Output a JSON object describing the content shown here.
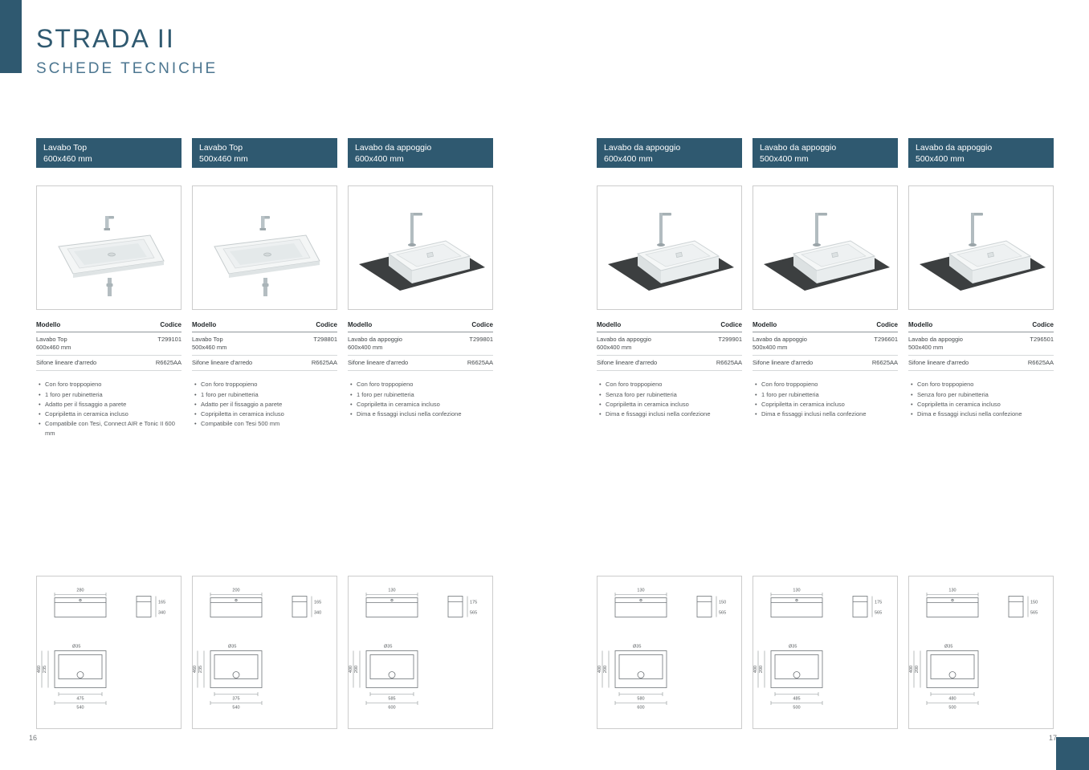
{
  "accent_color": "#2f5970",
  "title": "STRADA II",
  "subtitle": "SCHEDE TECNICHE",
  "page_left_number": "16",
  "page_right_number": "17",
  "labels": {
    "modello": "Modello",
    "codice": "Codice",
    "sifone": "Sifone lineare d'arredo"
  },
  "products": [
    {
      "name": "Lavabo Top",
      "size": "600x460 mm",
      "image_type": "top",
      "code": "T299101",
      "sifone_code": "R6625AA",
      "features": [
        "Con foro troppopieno",
        "1 foro per rubinetteria",
        "Adatto per il fissaggio a parete",
        "Copripiletta in ceramica incluso",
        "Compatibile con Tesi, Connect AIR e Tonic II 600 mm"
      ],
      "drawing_dims": [
        "280",
        "165",
        "340",
        "Ø35",
        "475",
        "540",
        "235",
        "460"
      ]
    },
    {
      "name": "Lavabo Top",
      "size": "500x460 mm",
      "image_type": "top",
      "code": "T298801",
      "sifone_code": "R6625AA",
      "features": [
        "Con foro troppopieno",
        "1 foro per rubinetteria",
        "Adatto per il fissaggio a parete",
        "Copripiletta in ceramica incluso",
        "Compatibile con Tesi 500 mm"
      ],
      "drawing_dims": [
        "200",
        "165",
        "340",
        "Ø35",
        "375",
        "540",
        "235",
        "460"
      ]
    },
    {
      "name": "Lavabo da appoggio",
      "size": "600x400 mm",
      "image_type": "appoggio",
      "code": "T299801",
      "sifone_code": "R6625AA",
      "features": [
        "Con foro troppopieno",
        "1 foro per rubinetteria",
        "Copripiletta in ceramica incluso",
        "Dima e fissaggi inclusi nella confezione"
      ],
      "drawing_dims": [
        "130",
        "175",
        "565",
        "Ø35",
        "585",
        "600",
        "200",
        "400"
      ]
    },
    {
      "name": "Lavabo da appoggio",
      "size": "600x400 mm",
      "image_type": "appoggio",
      "code": "T299901",
      "sifone_code": "R6625AA",
      "features": [
        "Con foro troppopieno",
        "Senza foro per rubinetteria",
        "Copripiletta in ceramica incluso",
        "Dima e fissaggi inclusi nella confezione"
      ],
      "drawing_dims": [
        "130",
        "150",
        "565",
        "Ø35",
        "580",
        "600",
        "200",
        "400"
      ]
    },
    {
      "name": "Lavabo da appoggio",
      "size": "500x400 mm",
      "image_type": "appoggio",
      "code": "T296601",
      "sifone_code": "R6625AA",
      "features": [
        "Con foro troppopieno",
        "1 foro per rubinetteria",
        "Copripiletta in ceramica incluso",
        "Dima e fissaggi inclusi nella confezione"
      ],
      "drawing_dims": [
        "130",
        "175",
        "565",
        "Ø35",
        "485",
        "500",
        "200",
        "400"
      ]
    },
    {
      "name": "Lavabo da appoggio",
      "size": "500x400 mm",
      "image_type": "appoggio",
      "code": "T296501",
      "sifone_code": "R6625AA",
      "features": [
        "Con foro troppopieno",
        "Senza foro per rubinetteria",
        "Copripiletta in ceramica incluso",
        "Dima e fissaggi inclusi nella confezione"
      ],
      "drawing_dims": [
        "130",
        "150",
        "565",
        "Ø35",
        "480",
        "500",
        "200",
        "400"
      ]
    }
  ]
}
